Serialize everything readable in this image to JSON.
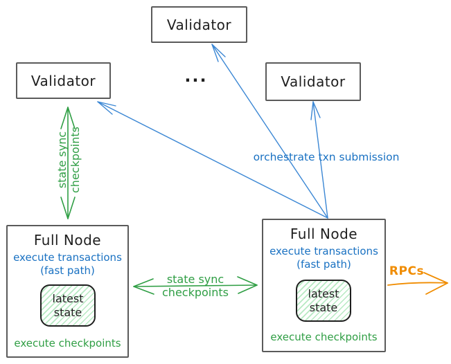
{
  "colors": {
    "black": "#1e1e1e",
    "blue": "#1971c2",
    "blue_stroke": "#3b87d4",
    "green": "#2f9e44",
    "orange": "#f08c00",
    "box_border": "#5a5a5a",
    "hatch": "#b7e9c3"
  },
  "validators": {
    "top": "Validator",
    "left": "Validator",
    "right": "Validator"
  },
  "ellipsis": "...",
  "full_node_left": {
    "title": "Full Node",
    "exec_txn": "execute transactions",
    "fast_path": "(fast path)",
    "state_line1": "latest",
    "state_line2": "state",
    "exec_ckpt": "execute checkpoints"
  },
  "full_node_right": {
    "title": "Full Node",
    "exec_txn": "execute transactions",
    "fast_path": "(fast path)",
    "state_line1": "latest",
    "state_line2": "state",
    "exec_ckpt": "execute checkpoints"
  },
  "edge_labels": {
    "left_sync_line1": "state sync",
    "left_sync_line2": "checkpoints",
    "mid_sync_line1": "state sync",
    "mid_sync_line2": "checkpoints",
    "orchestrate": "orchestrate txn submission",
    "rpcs": "RPCs"
  }
}
